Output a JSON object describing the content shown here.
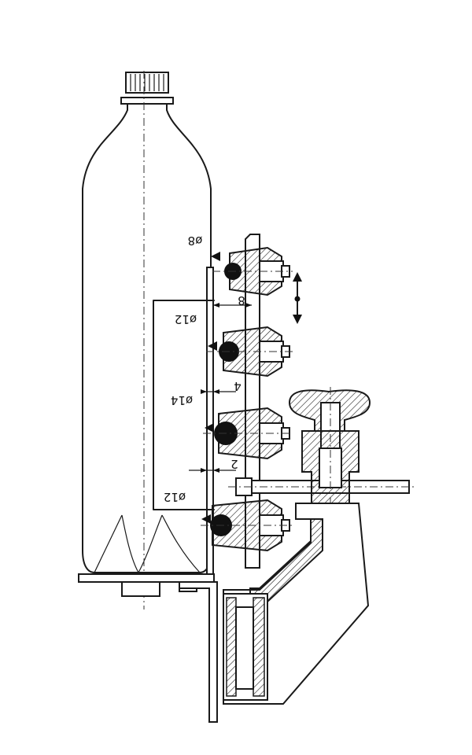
{
  "dimensions": {
    "d8": "ø8",
    "w8": "8",
    "d12_top": "ø12",
    "w4": "4",
    "d14": "ø14",
    "w2": "2",
    "d12_bottom": "ø12"
  },
  "icons": {
    "adjust_arrow": "double-arrow-vertical-icon"
  }
}
